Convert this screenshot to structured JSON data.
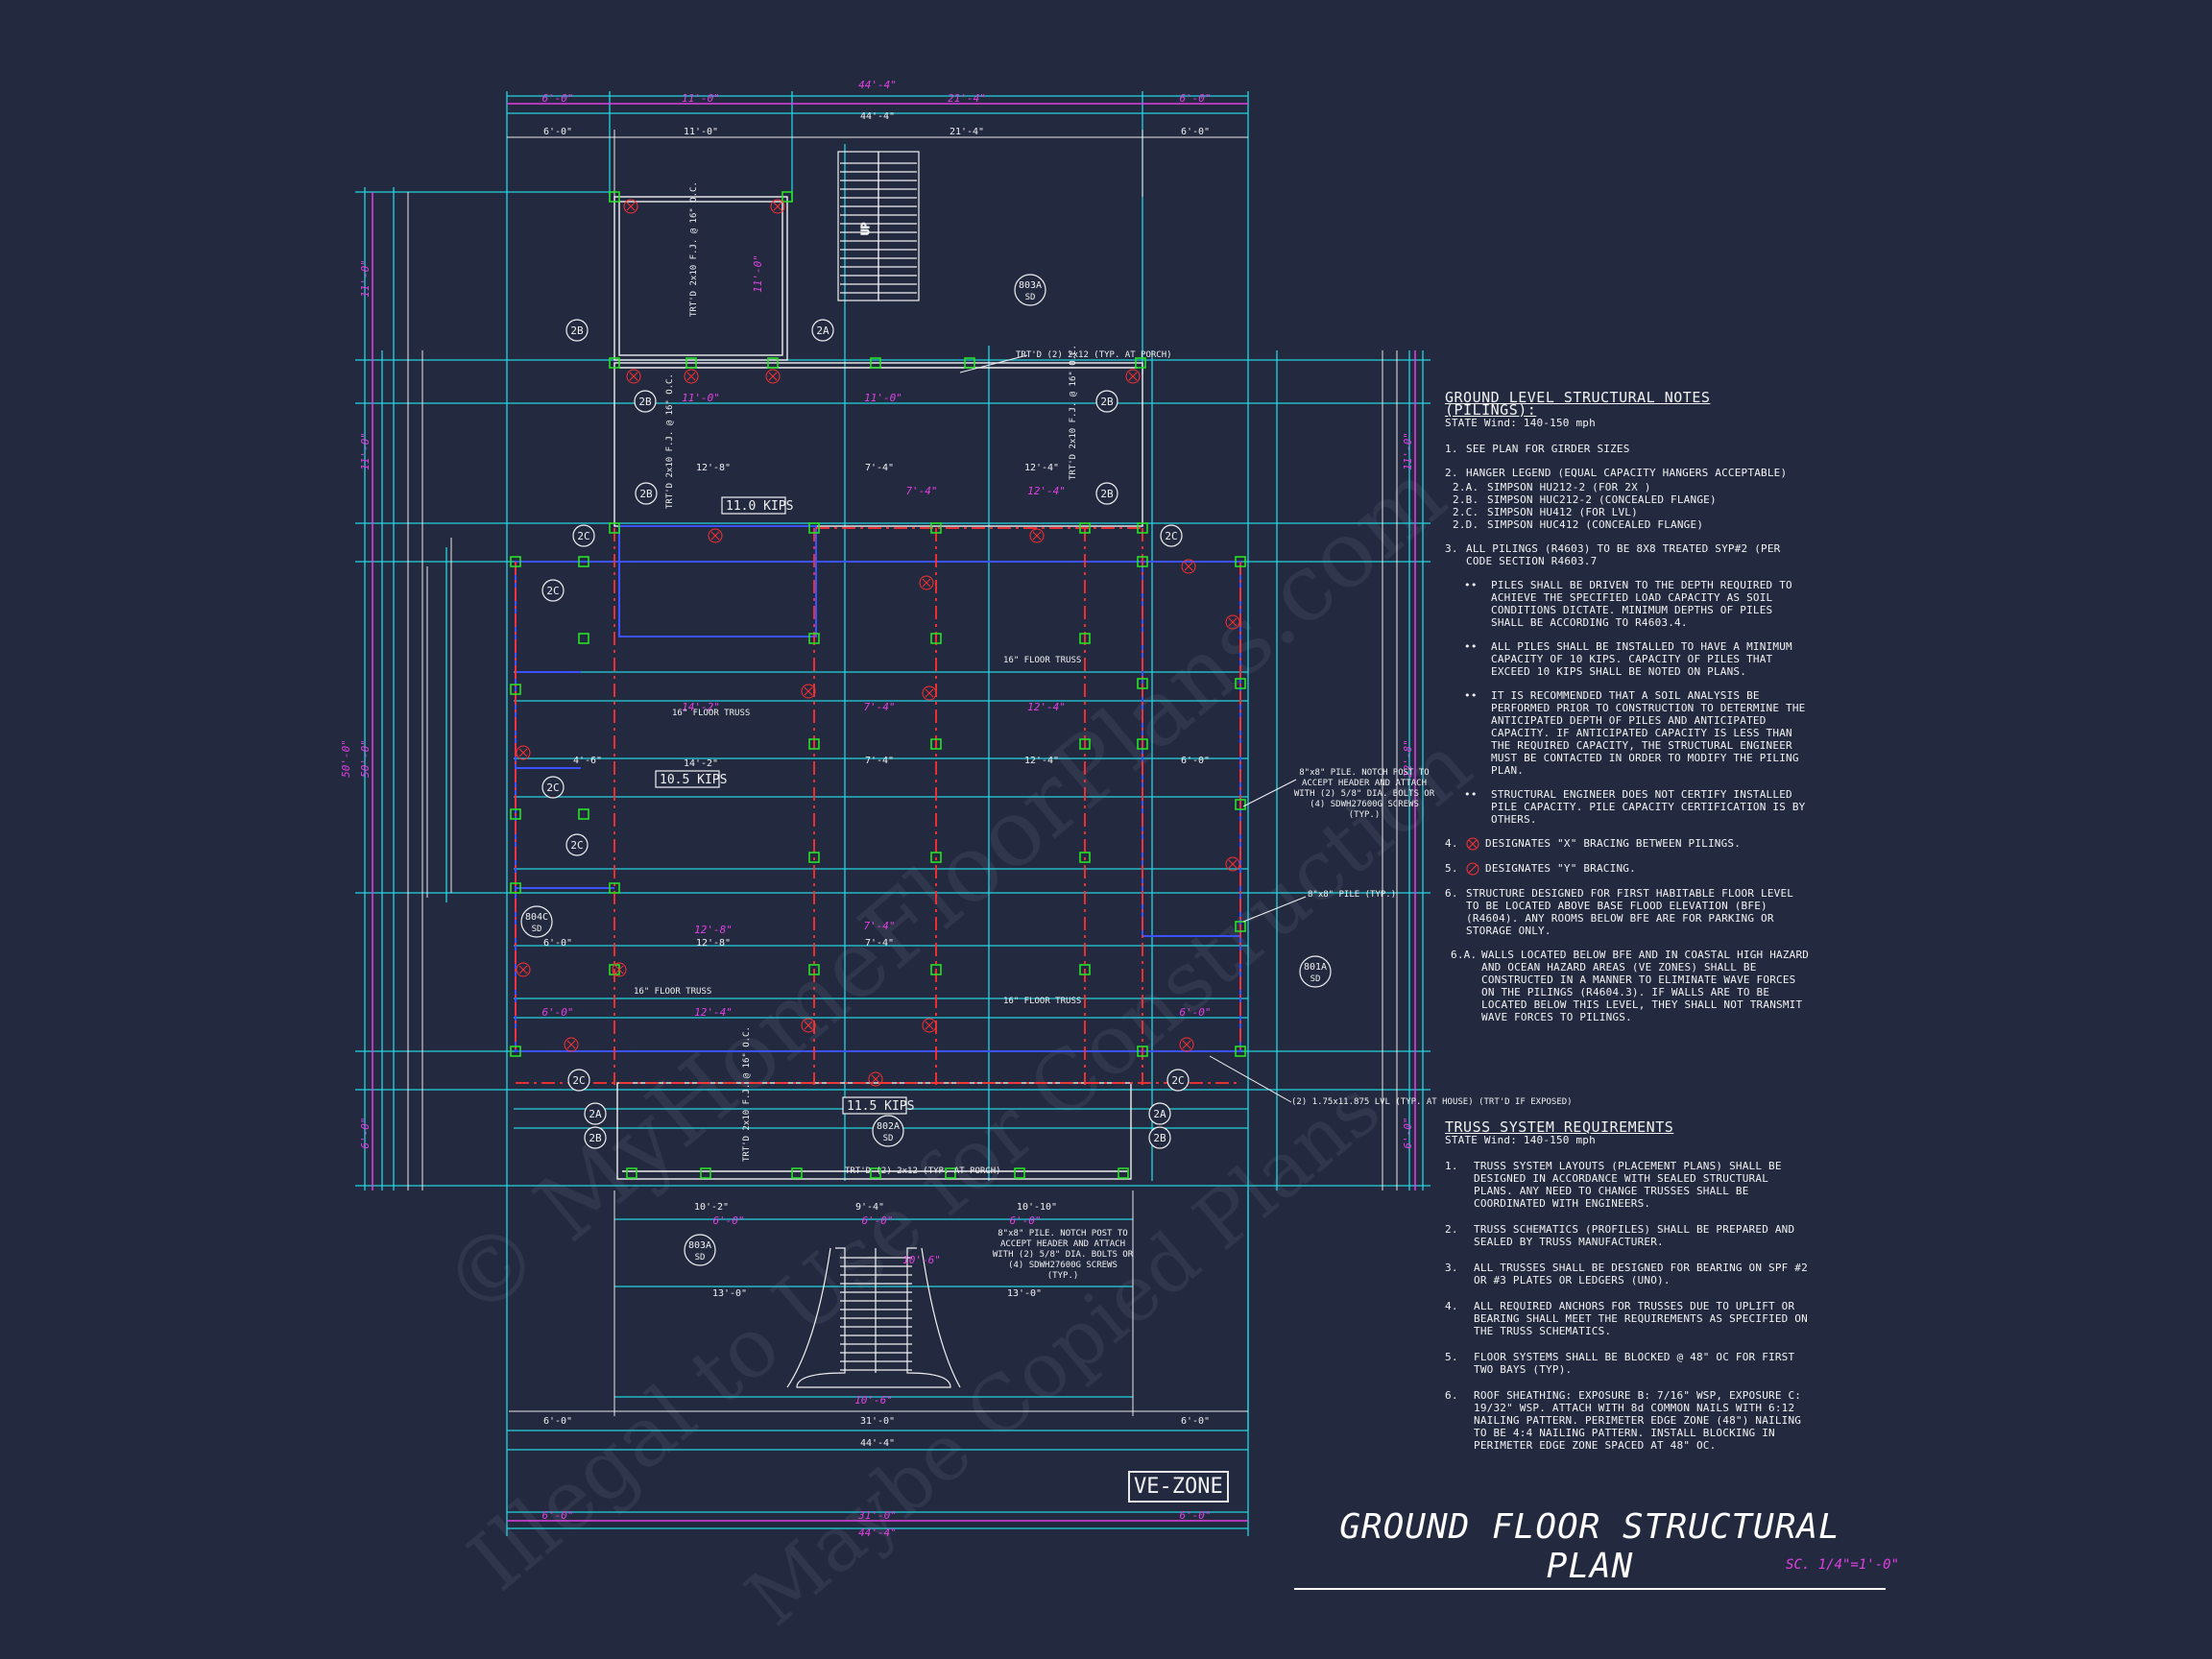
{
  "watermark": {
    "line1": "© MyHomeFloorPlans.com",
    "line2": "Illegal to Use for Construction",
    "line3": "Maybe Copied Plans"
  },
  "plan_labels": {
    "dims_top_magenta": [
      "6'-0\"",
      "11'-0\"",
      "21'-4\"",
      "6'-0\""
    ],
    "dim_top_total": "44'-4\"",
    "dims_top_white": [
      "6'-0\"",
      "11'-0\"",
      "21'-4\"",
      "6'-0\""
    ],
    "dim_top_white_total": "44'-4\"",
    "kips_1": "11.0 KIPS",
    "kips_2": "10.5 KIPS",
    "kips_3": "11.5 KIPS",
    "floor_truss": "16\" FLOOR TRUSS",
    "trtd_porch": "TRT'D (2) 2x12 (TYP. AT PORCH)",
    "trtd_joist": "TRT'D 2x10 F.J. @ 16\" O.C.",
    "lvl_note": "(2) 1.75x11.875 LVL (TYP. AT HOUSE) (TRT'D IF EXPOSED)",
    "pile_note": "8\"x8\" PILE. NOTCH POST TO ACCEPT HEADER AND ATTACH WITH (2) 5/8\" DIA. BOLTS OR (4) SDWH27600G SCREWS (TYP.)",
    "pile_typ": "8\"x8\" PILE (TYP.)",
    "dim_bottom_white": [
      "6'-0\"",
      "31'-0\"",
      "6'-0\""
    ],
    "dim_bottom_total": "44'-4\"",
    "dims_bottom_magenta": [
      "6'-0\"",
      "31'-0\"",
      "6'-0\""
    ],
    "dim_bottom_magenta_total": "44'-4\"",
    "dim_left_total": "50'-0\"",
    "dim_right_total": "22'-8\"",
    "stair_up": "UP",
    "tag_803a": "803A",
    "tag_sd": "SD",
    "tag_802a": "802A",
    "tag_801a": "801A",
    "tag_804c": "804C",
    "tag_2a": "2A",
    "tag_2b": "2B",
    "tag_2c": "2C",
    "dim_12_8": "12'-8\"",
    "dim_7_4": "7'-4\"",
    "dim_12_4": "12'-4\"",
    "dim_14_2": "14'-2\"",
    "dim_4_6": "4'-6\"",
    "dim_13_0": "13'-0\"",
    "dim_10_6": "10'-6\"",
    "dim_9_4": "9'-4\"",
    "dim_10_10": "10'-10\"",
    "dim_10_2": "10'-2\""
  },
  "ground_notes": {
    "heading": "GROUND LEVEL STRUCTURAL NOTES (PILINGS):",
    "wind": "STATE Wind: 140-150 mph",
    "n1": "SEE PLAN FOR GIRDER SIZES",
    "n2": "HANGER LEGEND (EQUAL CAPACITY HANGERS ACCEPTABLE)",
    "n2a_k": "2.A.",
    "n2a": "SIMPSON HU212-2 (FOR 2X )",
    "n2b_k": "2.B.",
    "n2b": "SIMPSON HUC212-2 (CONCEALED FLANGE)",
    "n2c_k": "2.C.",
    "n2c": "SIMPSON HU412 (FOR LVL)",
    "n2d_k": "2.D.",
    "n2d": "SIMPSON HUC412 (CONCEALED FLANGE)",
    "n3": "ALL PILINGS (R4603) TO BE 8X8 TREATED SYP#2 (PER CODE SECTION R4603.7",
    "b1": "PILES SHALL BE DRIVEN TO THE DEPTH REQUIRED TO ACHIEVE THE SPECIFIED LOAD CAPACITY AS SOIL CONDITIONS DICTATE. MINIMUM DEPTHS OF PILES SHALL BE ACCORDING TO R4603.4.",
    "b2": "ALL PILES SHALL BE INSTALLED TO HAVE A MINIMUM CAPACITY OF 10 KIPS. CAPACITY OF PILES THAT EXCEED 10 KIPS SHALL BE NOTED ON PLANS.",
    "b3": "IT IS RECOMMENDED THAT A SOIL ANALYSIS BE PERFORMED PRIOR TO CONSTRUCTION TO DETERMINE THE ANTICIPATED DEPTH OF PILES AND ANTICIPATED CAPACITY. IF ANTICIPATED CAPACITY IS LESS THAN THE REQUIRED CAPACITY, THE STRUCTURAL ENGINEER MUST BE CONTACTED IN ORDER TO MODIFY THE PILING PLAN.",
    "b4": "STRUCTURAL ENGINEER DOES NOT CERTIFY INSTALLED PILE CAPACITY. PILE CAPACITY CERTIFICATION IS BY OTHERS.",
    "n4": "DESIGNATES \"X\" BRACING BETWEEN PILINGS.",
    "n5": "DESIGNATES \"Y\" BRACING.",
    "n6": "STRUCTURE DESIGNED FOR FIRST HABITABLE FLOOR LEVEL TO BE LOCATED ABOVE BASE FLOOD ELEVATION (BFE) (R4604). ANY ROOMS BELOW BFE ARE FOR PARKING OR STORAGE ONLY.",
    "n6a_k": "6.A.",
    "n6a": "WALLS LOCATED BELOW BFE AND IN COASTAL HIGH HAZARD AND OCEAN HAZARD AREAS (VE ZONES) SHALL BE CONSTRUCTED IN A MANNER TO ELIMINATE WAVE FORCES ON THE PILINGS (R4604.3). IF WALLS ARE TO BE LOCATED BELOW THIS LEVEL, THEY SHALL NOT TRANSMIT WAVE FORCES TO PILINGS."
  },
  "truss_notes": {
    "heading": "TRUSS SYSTEM REQUIREMENTS",
    "wind": "STATE Wind: 140-150 mph",
    "t1": "TRUSS SYSTEM LAYOUTS (PLACEMENT PLANS) SHALL BE DESIGNED IN ACCORDANCE WITH SEALED STRUCTURAL PLANS. ANY NEED TO CHANGE TRUSSES SHALL BE COORDINATED WITH ENGINEERS.",
    "t2": "TRUSS SCHEMATICS (PROFILES) SHALL BE PREPARED AND SEALED BY TRUSS MANUFACTURER.",
    "t3": "ALL TRUSSES SHALL BE DESIGNED FOR BEARING ON SPF #2 OR #3 PLATES OR LEDGERS (UNO).",
    "t4": "ALL REQUIRED ANCHORS FOR TRUSSES DUE TO UPLIFT OR BEARING SHALL MEET THE REQUIREMENTS AS SPECIFIED ON THE TRUSS SCHEMATICS.",
    "t5": "FLOOR SYSTEMS SHALL BE BLOCKED @ 48\" OC FOR FIRST TWO BAYS (TYP).",
    "t6": "ROOF SHEATHING: EXPOSURE B: 7/16\" WSP, EXPOSURE C: 19/32\" WSP. ATTACH WITH 8d COMMON NAILS WITH 6:12 NAILING PATTERN. PERIMETER EDGE ZONE (48\") NAILING TO BE 4:4 NAILING PATTERN. INSTALL BLOCKING IN PERIMETER EDGE ZONE SPACED AT 48\" OC."
  },
  "title": {
    "main": "GROUND FLOOR STRUCTURAL PLAN",
    "scale": "SC. 1/4\"=1'-0\"",
    "zone": "VE-ZONE"
  },
  "colors": {
    "background": "#232a40",
    "cyan": "#22d3e0",
    "magenta": "#e040e0",
    "white": "#f2f2f2",
    "red": "#ff3030",
    "green": "#28e028",
    "blue": "#3a52ff"
  }
}
